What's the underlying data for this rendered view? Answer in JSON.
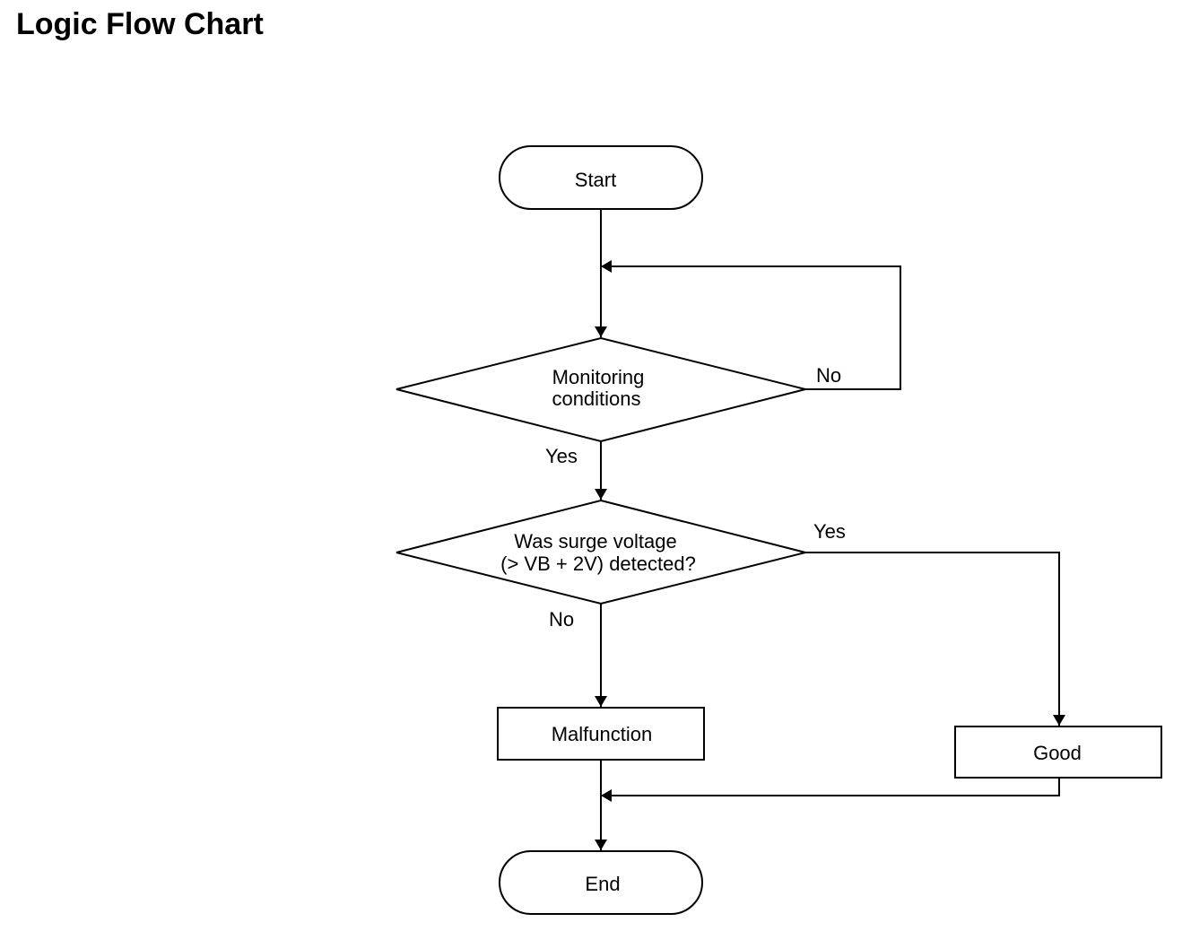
{
  "title": "Logic Flow Chart",
  "nodes": {
    "start": "Start",
    "monitoring_line1": "Monitoring",
    "monitoring_line2": "conditions",
    "surge_line1": "Was surge voltage",
    "surge_line2": "(> VB + 2V) detected?",
    "malfunction": "Malfunction",
    "good": "Good",
    "end": "End"
  },
  "edges": {
    "monitoring_no": "No",
    "monitoring_yes": "Yes",
    "surge_yes": "Yes",
    "surge_no": "No"
  }
}
